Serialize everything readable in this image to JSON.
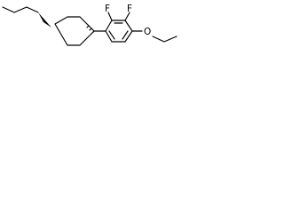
{
  "structure": {
    "atoms": {
      "fluorine_1": "F",
      "fluorine_2": "F",
      "oxygen": "O"
    },
    "colors": {
      "ink": "#000000",
      "background": "#ffffff"
    }
  }
}
